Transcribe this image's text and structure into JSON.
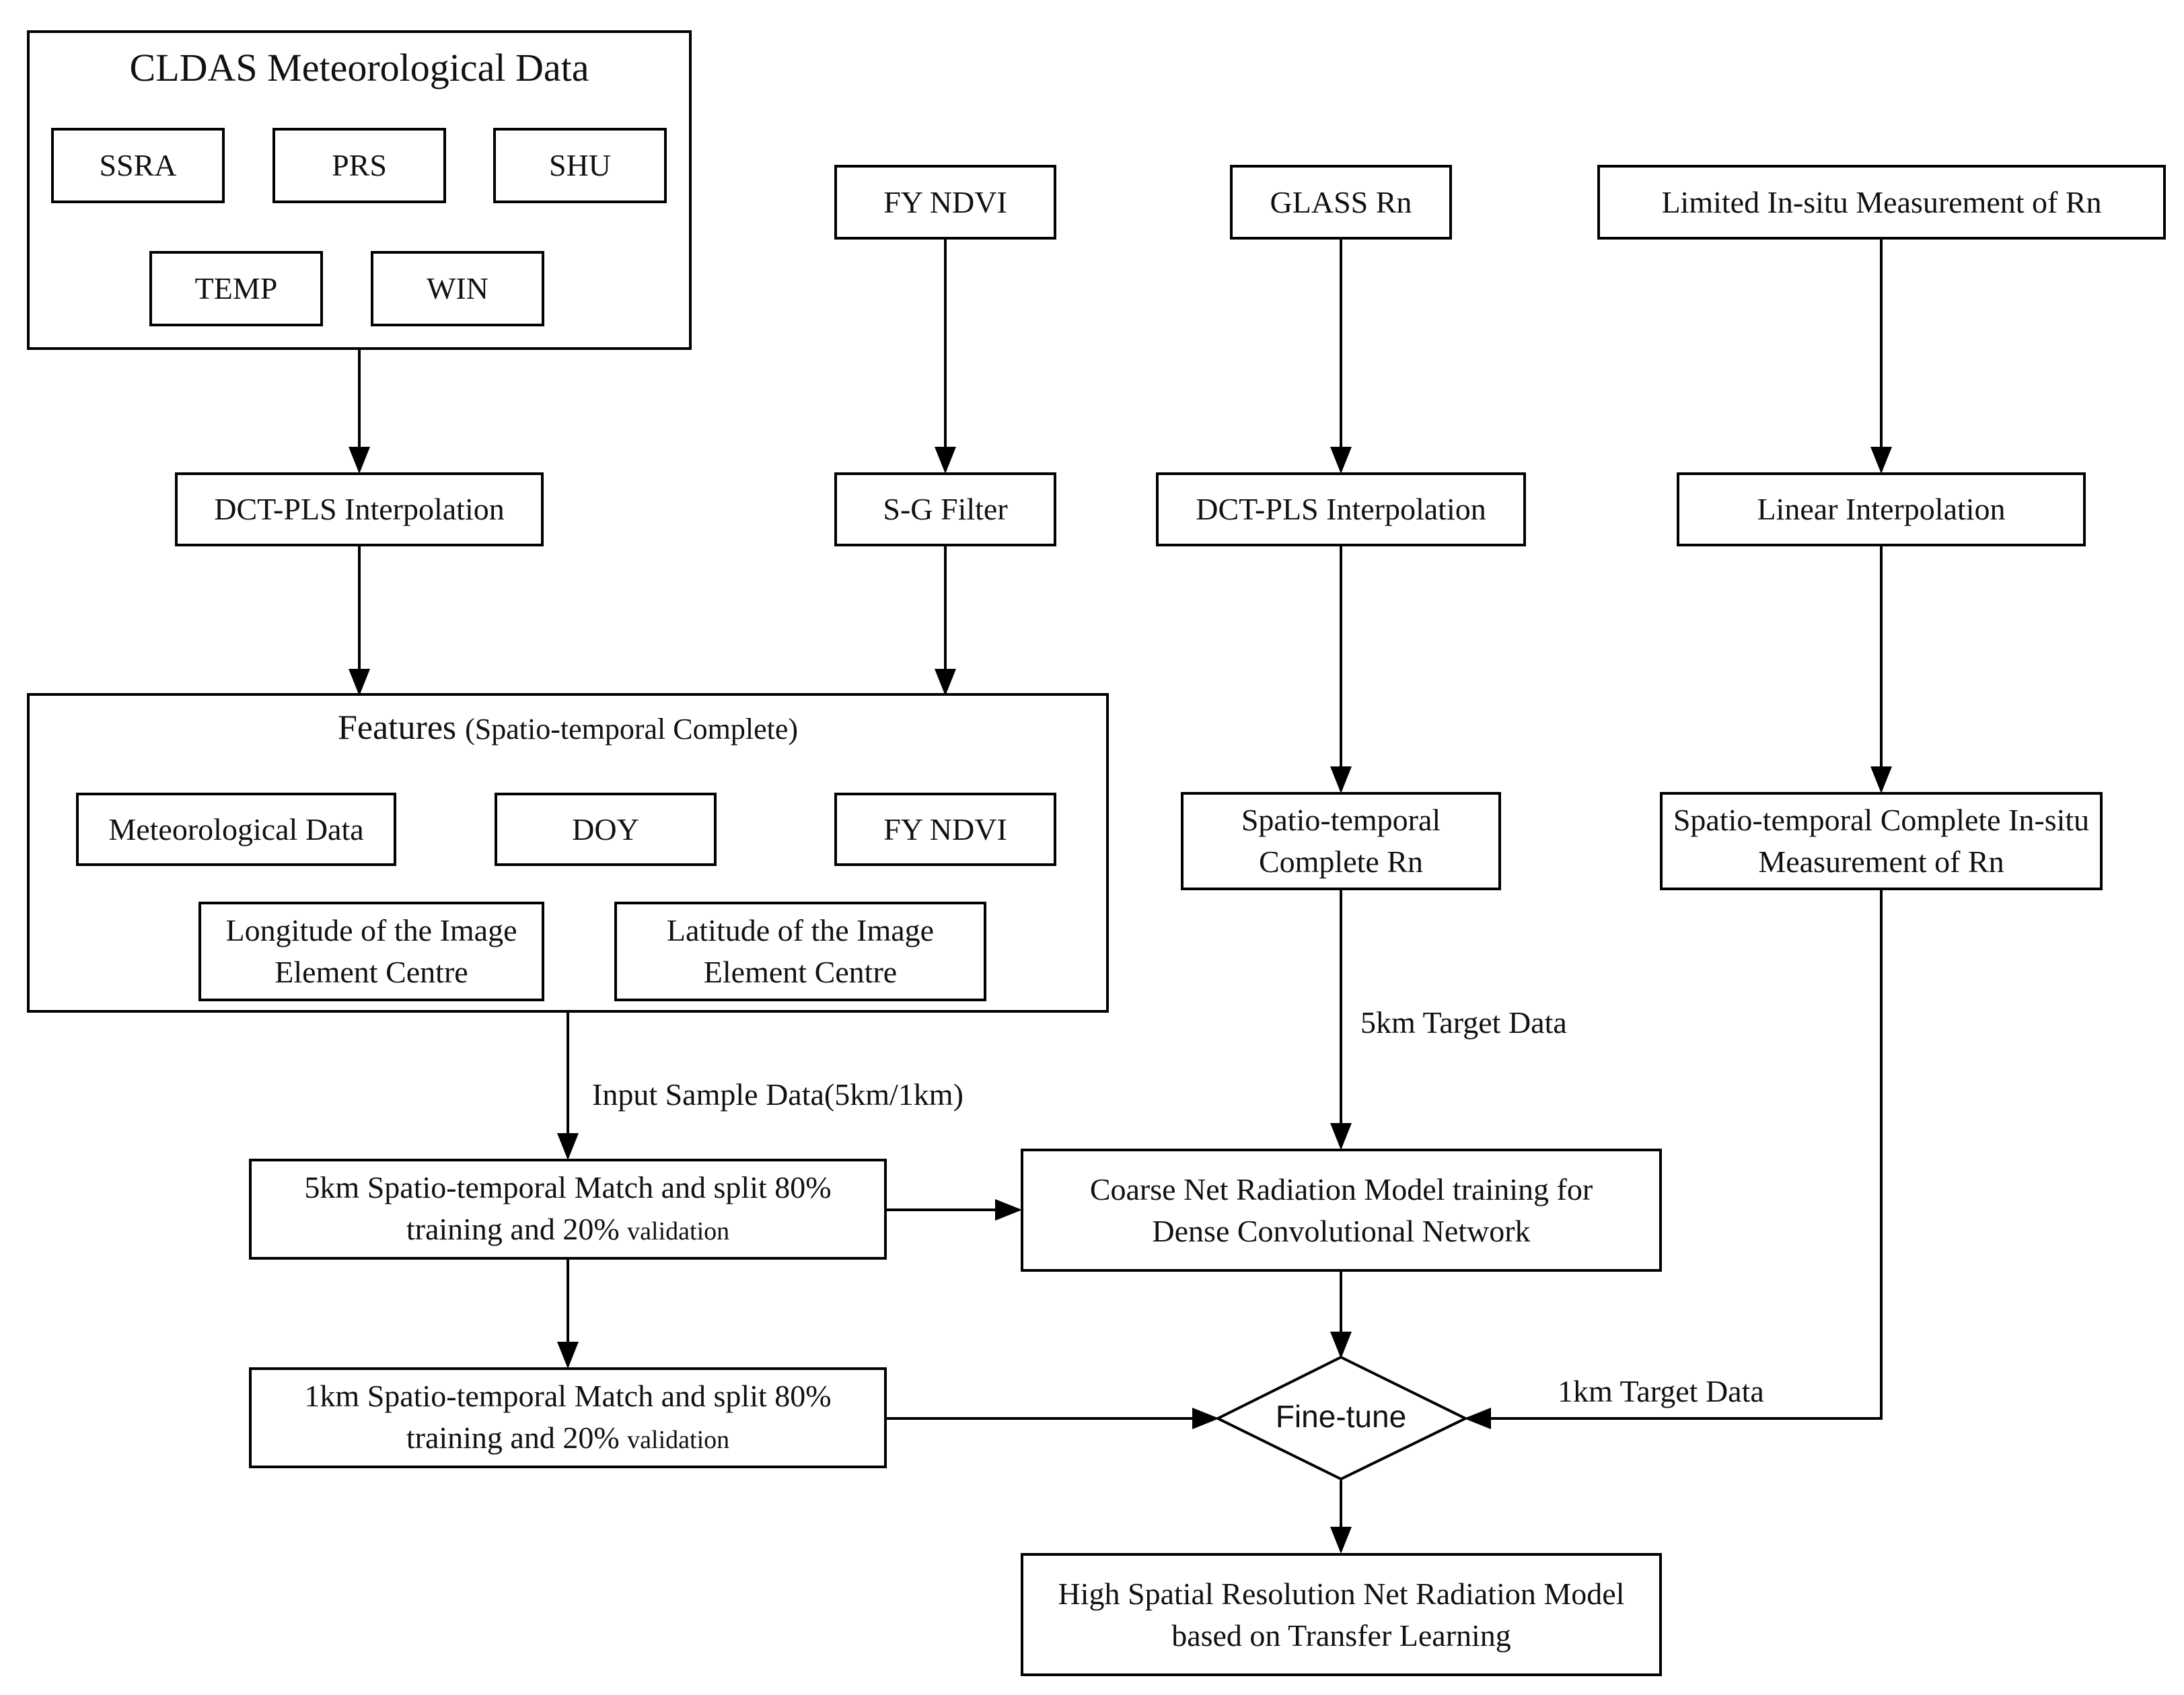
{
  "cldas": {
    "title": "CLDAS Meteorological Data",
    "items": [
      "SSRA",
      "PRS",
      "SHU",
      "TEMP",
      "WIN"
    ]
  },
  "sources": {
    "fy_ndvi": "FY NDVI",
    "glass_rn": "GLASS Rn",
    "insitu": "Limited In-situ Measurement of Rn"
  },
  "processing": {
    "dct_pls_1": "DCT-PLS Interpolation",
    "sg_filter": "S-G Filter",
    "dct_pls_2": "DCT-PLS Interpolation",
    "linear": "Linear Interpolation"
  },
  "features": {
    "title_main": "Features",
    "title_sub": "(Spatio-temporal Complete)",
    "meteorological": "Meteorological Data",
    "doy": "DOY",
    "fy_ndvi": "FY NDVI",
    "longitude": "Longitude of the Image Element Centre",
    "latitude": "Latitude of the Image Element Centre"
  },
  "complete_rn": "Spatio-temporal Complete Rn",
  "complete_insitu": "Spatio-temporal Complete In-situ Measurement of Rn",
  "edges": {
    "input_sample": "Input Sample Data(5km/1km)",
    "target_5km": "5km Target Data",
    "target_1km": "1km Target Data"
  },
  "match_5km": {
    "line1": "5km Spatio-temporal Match and split 80%",
    "line2_main": "training and 20%",
    "line2_small": "validation"
  },
  "match_1km": {
    "line1": "1km Spatio-temporal Match and split 80%",
    "line2_main": "training and 20%",
    "line2_small": "validation"
  },
  "coarse_model": "Coarse Net Radiation Model training for Dense Convolutional Network",
  "fine_tune": "Fine-tune",
  "high_res_model": "High Spatial Resolution Net Radiation Model based on Transfer Learning"
}
